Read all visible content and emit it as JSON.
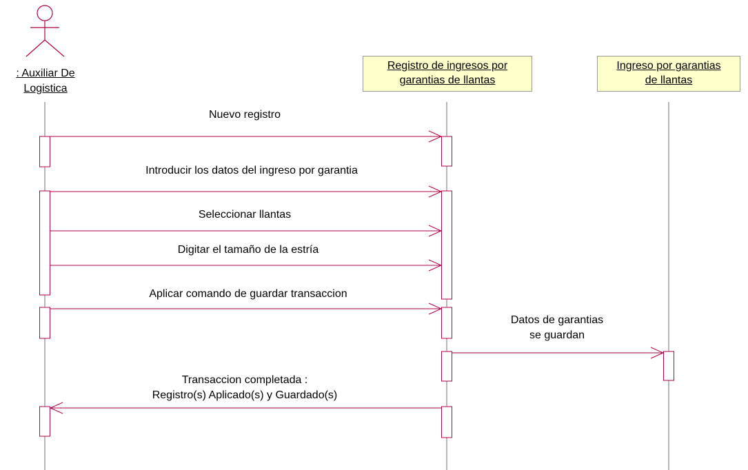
{
  "colors": {
    "line": "#b0004a",
    "object_fill": "#ffffcc",
    "object_border": "#9a9a9a",
    "lifeline": "#707070",
    "activation_fill": "#ffffff"
  },
  "actor": {
    "icon": "stick-figure-actor-icon",
    "name_line1": ": Auxiliar De",
    "name_line2": "Logistica"
  },
  "objects": [
    {
      "line1": "Registro de ingresos por",
      "line2": "garantias de llantas"
    },
    {
      "line1": "Ingreso por garantias",
      "line2": "de llantas"
    }
  ],
  "messages": [
    {
      "line1": "Nuevo registro",
      "line2": "",
      "from": "actor",
      "to": "objects.0"
    },
    {
      "line1": "Introducir los datos del ingreso por garantia",
      "line2": "",
      "from": "actor",
      "to": "objects.0"
    },
    {
      "line1": "Seleccionar llantas",
      "line2": "",
      "from": "actor",
      "to": "objects.0"
    },
    {
      "line1": "Digitar el tamaño de la estría",
      "line2": "",
      "from": "actor",
      "to": "objects.0"
    },
    {
      "line1": "Aplicar comando de guardar transaccion",
      "line2": "",
      "from": "actor",
      "to": "objects.0"
    },
    {
      "line1": "Datos de garantias",
      "line2": "se guardan",
      "from": "objects.0",
      "to": "objects.1"
    },
    {
      "line1": "Transaccion completada :",
      "line2": "Registro(s) Aplicado(s) y Guardado(s)",
      "from": "objects.0",
      "to": "actor"
    }
  ]
}
